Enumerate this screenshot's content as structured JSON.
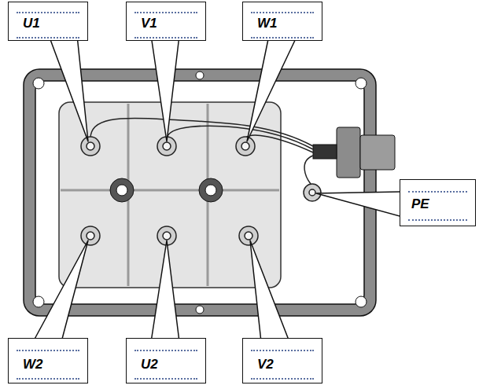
{
  "diagram": {
    "nodes": [
      {
        "text": [
          "U1"
        ]
      },
      {
        "text": [
          "V1"
        ]
      },
      {
        "text": [
          "W1"
        ]
      },
      {
        "text": [
          "PE"
        ]
      },
      {
        "text": [
          "W2"
        ]
      },
      {
        "text": [
          "U2"
        ]
      },
      {
        "text": [
          "V2"
        ]
      }
    ]
  }
}
